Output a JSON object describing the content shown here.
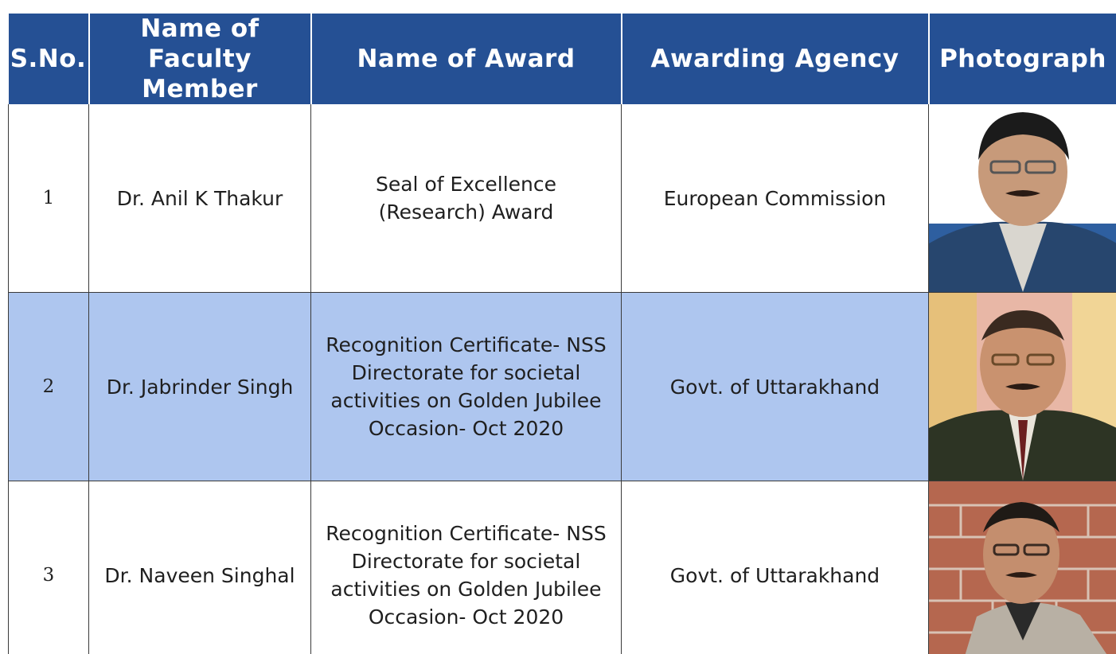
{
  "table": {
    "headers": {
      "sno": "S.No.",
      "faculty": "Name of Faculty Member",
      "award": "Name of Award",
      "agency": "Awarding Agency",
      "photo": "Photograph"
    },
    "rows": [
      {
        "sno": "1",
        "faculty": "Dr. Anil K Thakur",
        "award": "Seal of Excellence (Research) Award",
        "agency": "European Commission",
        "photo_icon": "portrait-photo-icon"
      },
      {
        "sno": "2",
        "faculty": "Dr. Jabrinder Singh",
        "award": "Recognition Certificate- NSS Directorate for societal activities on Golden Jubilee Occasion- Oct 2020",
        "agency": "Govt. of Uttarakhand",
        "photo_icon": "portrait-photo-icon"
      },
      {
        "sno": "3",
        "faculty": "Dr. Naveen Singhal",
        "award": "Recognition Certificate- NSS Directorate for societal activities on Golden Jubilee Occasion- Oct 2020",
        "agency": "Govt. of Uttarakhand",
        "photo_icon": "portrait-photo-icon"
      }
    ]
  },
  "colors": {
    "header_bg": "#255094",
    "header_text": "#ffffff",
    "shaded_row": "#aec6ef"
  }
}
